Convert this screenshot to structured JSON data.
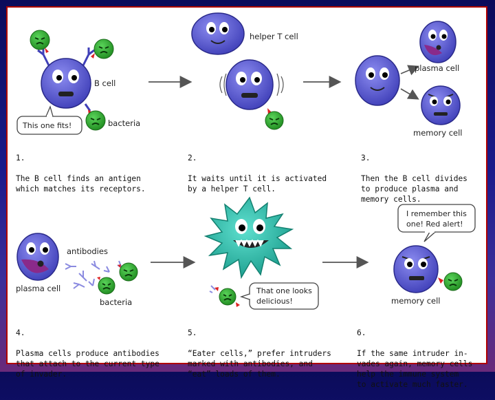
{
  "labels": {
    "b_cell": "B cell",
    "bacteria_1": "bacteria",
    "helper_t_cell": "helper T cell",
    "plasma_cell_1": "plasma cell",
    "memory_cell_1": "memory cell",
    "antibodies": "antibodies",
    "plasma_cell_2": "plasma cell",
    "bacteria_2": "bacteria",
    "memory_cell_2": "memory cell"
  },
  "bubbles": {
    "this_one_fits": "This one fits!",
    "looks_delicious_1": "That one looks",
    "looks_delicious_2": "delicious!",
    "remember_1": "I remember this",
    "remember_2": "one! Red alert!"
  },
  "steps": [
    {
      "num": "1.",
      "text": "The B cell finds an antigen\nwhich matches its receptors."
    },
    {
      "num": "2.",
      "text": "It waits until it is activated\nby a helper T cell."
    },
    {
      "num": "3.",
      "text": "Then the B cell divides\nto produce plasma and\nmemory cells."
    },
    {
      "num": "4.",
      "text": "Plasma cells produce antibodies\nthat attach to the current type\nof invader."
    },
    {
      "num": "5.",
      "text": "“Eater cells,” prefer intruders\nmarked with antibodies, and\n“eat” loads of them."
    },
    {
      "num": "6.",
      "text": "If the same intruder in-\nvades again, memory cells\nhelp the immune system\nto activate much faster."
    }
  ],
  "colors": {
    "cell_purple": "#5a5ad6",
    "bacteria_green": "#2faa2f",
    "eater_teal": "#2bb8a8",
    "frame_red": "#b00000"
  }
}
